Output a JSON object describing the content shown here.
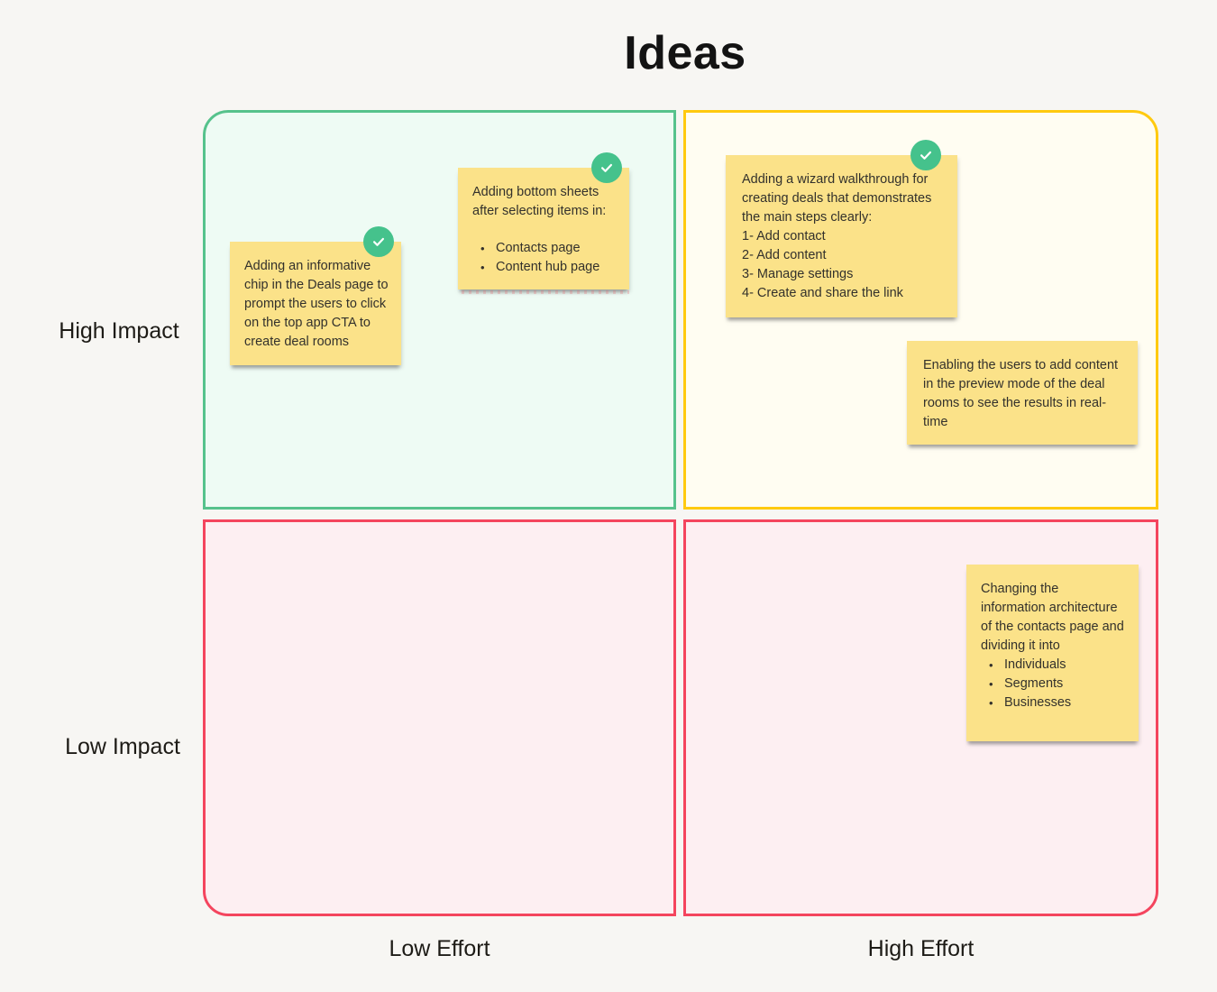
{
  "title": "Ideas",
  "axes": {
    "high_impact": "High Impact",
    "low_impact": "Low Impact",
    "low_effort": "Low Effort",
    "high_effort": "High Effort"
  },
  "colors": {
    "background": "#f7f6f3",
    "quadrant_green_border": "#56c28c",
    "quadrant_green_fill": "#eefbf4",
    "quadrant_yellow_border": "#ffca10",
    "quadrant_yellow_fill": "#fffdf2",
    "quadrant_pink_border": "#f4455e",
    "quadrant_pink_fill": "#fdeff2",
    "sticky_fill": "#fbe289",
    "check_green": "#45c28c",
    "note_text": "#33312c",
    "label_text": "#1d1b16"
  },
  "quadrants": [
    {
      "id": "top-left",
      "impact": "High Impact",
      "effort": "Low Effort",
      "border": "#56c28c"
    },
    {
      "id": "top-right",
      "impact": "High Impact",
      "effort": "High Effort",
      "border": "#ffca10"
    },
    {
      "id": "bottom-left",
      "impact": "Low Impact",
      "effort": "Low Effort",
      "border": "#f4455e"
    },
    {
      "id": "bottom-right",
      "impact": "Low Impact",
      "effort": "High Effort",
      "border": "#f4455e"
    }
  ],
  "notes": [
    {
      "id": "informative-chip",
      "quadrant": "top-left",
      "checked": true,
      "content": [
        {
          "type": "text",
          "text": "Adding an informative chip in the Deals page to prompt the users to click on the top app CTA to create deal rooms"
        }
      ]
    },
    {
      "id": "bottom-sheets",
      "quadrant": "top-left",
      "checked": true,
      "content": [
        {
          "type": "text",
          "text": "Adding bottom sheets after selecting items in:"
        },
        {
          "type": "gap"
        },
        {
          "type": "bullet",
          "text": "Contacts page"
        },
        {
          "type": "bullet",
          "text": "Content hub page"
        }
      ]
    },
    {
      "id": "wizard-walkthrough",
      "quadrant": "top-right",
      "checked": true,
      "content": [
        {
          "type": "text",
          "text": "Adding a wizard walkthrough for creating deals that demonstrates the main steps clearly:"
        },
        {
          "type": "text",
          "text": "1- Add contact"
        },
        {
          "type": "text",
          "text": "2- Add content"
        },
        {
          "type": "text",
          "text": "3- Manage settings"
        },
        {
          "type": "text",
          "text": "4- Create and share the link"
        }
      ]
    },
    {
      "id": "preview-mode-content",
      "quadrant": "top-right",
      "checked": false,
      "content": [
        {
          "type": "text",
          "text": "Enabling the users to add content in the preview mode of the deal rooms to see the results in real-time"
        }
      ]
    },
    {
      "id": "contacts-information-architecture",
      "quadrant": "bottom-right",
      "checked": false,
      "content": [
        {
          "type": "text",
          "text": "Changing the information architecture of the contacts page and dividing it into"
        },
        {
          "type": "bullet",
          "text": "Individuals"
        },
        {
          "type": "bullet",
          "text": "Segments"
        },
        {
          "type": "bullet",
          "text": "Businesses"
        }
      ]
    }
  ]
}
